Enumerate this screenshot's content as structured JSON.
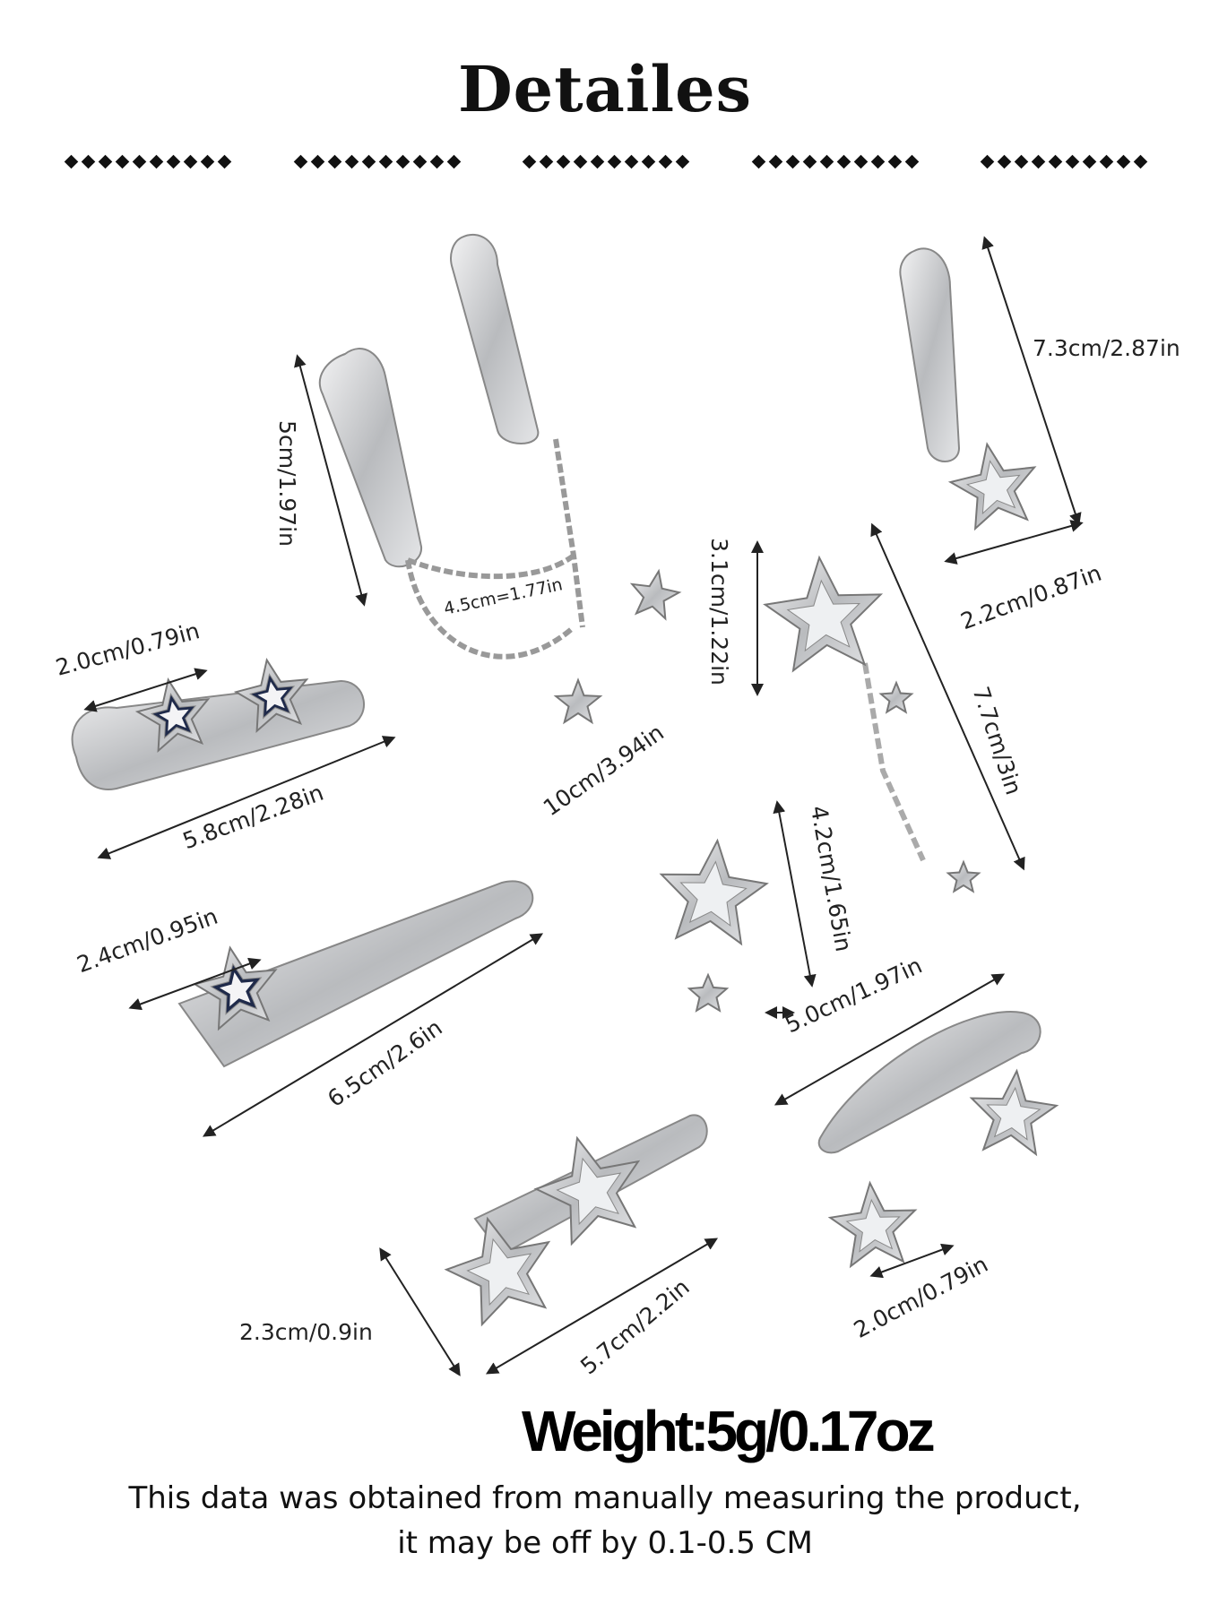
{
  "title": "Detailes",
  "dimensions": {
    "clip_chain_height": "5cm/1.97in",
    "clip_chain_gap": "4.5cm=1.77in",
    "clip_chain_length": "10cm/3.94in",
    "single_clip_height": "7.3cm/2.87in",
    "single_clip_width": "2.2cm/0.87in",
    "star_clip_height": "3.1cm/1.22in",
    "star_clip_total": "7.7cm/3in",
    "double_star_width": "2.0cm/0.79in",
    "double_star_length": "5.8cm/2.28in",
    "small_star_clip_height": "4.2cm/1.65in",
    "long_clip_width": "2.4cm/0.95in",
    "long_clip_length": "6.5cm/2.6in",
    "snap_clip_length": "5.0cm/1.97in",
    "snap_clip_star": "2.0cm/0.79in",
    "barrette_width": "2.3cm/0.9in",
    "barrette_length": "5.7cm/2.2in"
  },
  "weight": "Weight:5g/0.17oz",
  "note_line1": "This data was obtained from manually measuring the product,",
  "note_line2": "it may be off by 0.1-0.5 CM",
  "colors": {
    "silver": "#c9cacc",
    "silver_dark": "#8d8f93",
    "enamel": "#1f2a4a"
  }
}
